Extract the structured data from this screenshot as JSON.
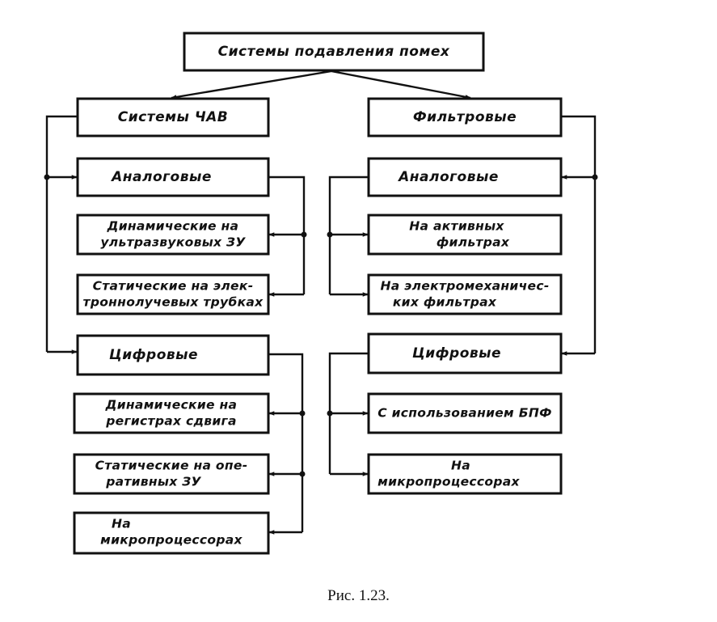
{
  "root": {
    "label": "Системы подавления помех"
  },
  "left": {
    "title": "Системы ЧАВ",
    "analog": {
      "title": "Аналоговые",
      "items": [
        {
          "lines": [
            "Динамические на",
            "ультразвуковых ЗУ"
          ]
        },
        {
          "lines": [
            "Статические на элек-",
            "троннолучевых трубках"
          ]
        }
      ]
    },
    "digital": {
      "title": "Цифровые",
      "items": [
        {
          "lines": [
            "Динамические на",
            "регистрах сдвига"
          ]
        },
        {
          "lines": [
            "Статические на опе-",
            "ративных ЗУ"
          ]
        },
        {
          "lines": [
            "На",
            "микропроцессорах"
          ]
        }
      ]
    }
  },
  "right": {
    "title": "Фильтровые",
    "analog": {
      "title": "Аналоговые",
      "items": [
        {
          "lines": [
            "На активных",
            "фильтрах"
          ]
        },
        {
          "lines": [
            "На электромеханичес-",
            "ких фильтрах"
          ]
        }
      ]
    },
    "digital": {
      "title": "Цифровые",
      "items": [
        {
          "lines": [
            "С использованием БПФ"
          ]
        },
        {
          "lines": [
            "На",
            "микропроцессорах"
          ]
        }
      ]
    }
  },
  "caption": "Рис. 1.23."
}
